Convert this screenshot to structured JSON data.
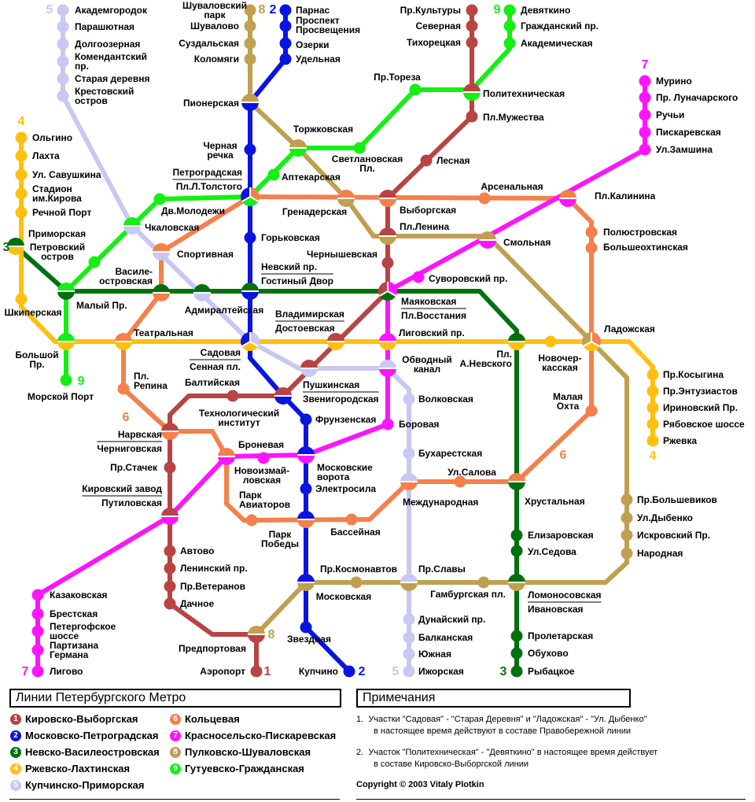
{
  "lines": [
    {
      "num": "1",
      "name": "Кировско-Выборгская",
      "color": "#b84444"
    },
    {
      "num": "2",
      "name": "Московско-Петроградская",
      "color": "#0a14e0"
    },
    {
      "num": "3",
      "name": "Невско-Василеостровская",
      "color": "#037010"
    },
    {
      "num": "4",
      "name": "Ржевско-Лахтинская",
      "color": "#ffc010"
    },
    {
      "num": "5",
      "name": "Купчинско-Приморская",
      "color": "#c8c8f2"
    },
    {
      "num": "6",
      "name": "Кольцевая",
      "color": "#f4804c"
    },
    {
      "num": "7",
      "name": "Красносельско-Пискаревская",
      "color": "#ff14ff"
    },
    {
      "num": "8",
      "name": "Пулковско-Шуваловская",
      "color": "#c0a050"
    },
    {
      "num": "9",
      "name": "Гутуевско-Гражданская",
      "color": "#14f014"
    }
  ],
  "stations": {
    "kultury": {
      "name": "Пр.Культуры",
      "lines": [
        1
      ]
    },
    "severnaya": {
      "name": "Северная",
      "lines": [
        1
      ]
    },
    "tikhor": {
      "name": "Тихорецкая",
      "lines": [
        1
      ]
    },
    "polytech": {
      "name": "Политехническая",
      "lines": [
        1,
        9
      ]
    },
    "muzh": {
      "name": "Пл.Мужества",
      "lines": [
        1
      ]
    },
    "lesnaya": {
      "name": "Лесная",
      "lines": [
        1
      ]
    },
    "vyborg": {
      "name": "Выборгская",
      "lines": [
        1,
        6
      ]
    },
    "lenina": {
      "name": "Пл.Ленина",
      "lines": [
        1,
        8
      ]
    },
    "chern": {
      "name": "Чернышевская",
      "lines": [
        1
      ]
    },
    "vosst": {
      "name": [
        "Маяковская",
        "Пл.Восстания"
      ],
      "lines": [
        1,
        7,
        3
      ]
    },
    "vladim": {
      "name": [
        "Владимирская",
        "Достоевская"
      ],
      "lines": [
        1,
        4
      ]
    },
    "push": {
      "name": [
        "Пушкинская",
        "Звенигородская"
      ],
      "lines": [
        1,
        5
      ]
    },
    "tech": {
      "name": "Технологический\nинститут",
      "lines": [
        1,
        2
      ]
    },
    "balt": {
      "name": "Балтийская",
      "lines": [
        1
      ]
    },
    "narv": {
      "name": [
        "Нарвская",
        "Черниговская"
      ],
      "lines": [
        1,
        6
      ]
    },
    "stachek": {
      "name": "Пр.Стачек",
      "lines": [
        1
      ]
    },
    "kirov": {
      "name": [
        "Кировский завод",
        "Путиловская"
      ],
      "lines": [
        1,
        7
      ]
    },
    "avtovo": {
      "name": "Автово",
      "lines": [
        1
      ]
    },
    "leninsky": {
      "name": "Ленинский пр.",
      "lines": [
        1
      ]
    },
    "veteran": {
      "name": "Пр.Ветеранов",
      "lines": [
        1
      ]
    },
    "dachnoe": {
      "name": "Дачное",
      "lines": [
        1
      ]
    },
    "predport": {
      "name": "Предпортовая",
      "lines": [
        8,
        1
      ]
    },
    "aeroport": {
      "name": "Аэропорт",
      "lines": [
        1
      ]
    },
    "parnas": {
      "name": "Парнас",
      "lines": [
        2
      ]
    },
    "prosv": {
      "name": "Проспект\nПросвещения",
      "lines": [
        2
      ]
    },
    "ozerki": {
      "name": "Озерки",
      "lines": [
        2
      ]
    },
    "udel": {
      "name": "Удельная",
      "lines": [
        2
      ]
    },
    "pioner": {
      "name": "Пионерская",
      "lines": [
        8,
        2
      ]
    },
    "chernaya": {
      "name": "Черная\nречка",
      "lines": [
        2
      ]
    },
    "petrogr": {
      "name": [
        "Петроградская",
        "Пл.Л.Толстого"
      ],
      "lines": [
        2,
        6,
        9
      ]
    },
    "gorkov": {
      "name": "Горьковская",
      "lines": [
        2
      ]
    },
    "nevsky": {
      "name": [
        "Невский пр.",
        "Гостиный Двор"
      ],
      "lines": [
        3,
        2
      ]
    },
    "sennaya": {
      "name": [
        "Садовая",
        "Сенная пл."
      ],
      "lines": [
        2,
        5,
        4
      ]
    },
    "frunz": {
      "name": "Фрунзенская",
      "lines": [
        2
      ]
    },
    "mosvor": {
      "name": "Московские\nворота",
      "lines": [
        2,
        7
      ]
    },
    "elektro": {
      "name": "Электросила",
      "lines": [
        2
      ]
    },
    "pobedy": {
      "name": "Парк\nПобеды",
      "lines": [
        2,
        6
      ]
    },
    "moskov": {
      "name": "Московская",
      "lines": [
        2,
        8
      ]
    },
    "zvezd": {
      "name": "Звездная",
      "lines": [
        2
      ]
    },
    "kupchino": {
      "name": "Купчино",
      "lines": [
        2
      ]
    },
    "primorsk": {
      "name": "Приморская",
      "lines": [
        3,
        4
      ]
    },
    "maly": {
      "name": "Малый Пр.",
      "lines": [
        9,
        3
      ]
    },
    "vasil": {
      "name": "Василе-\nостровская",
      "lines": [
        3,
        6
      ]
    },
    "admir": {
      "name": "Адмиралтейская",
      "lines": [
        3,
        5
      ]
    },
    "nevskogo": {
      "name": "Пл.\nА.Невского",
      "lines": [
        3,
        4
      ]
    },
    "khrust": {
      "name": "Хрустальная",
      "lines": [
        6,
        3
      ]
    },
    "elizar": {
      "name": "Елизаровская",
      "lines": [
        3
      ]
    },
    "sedova": {
      "name": "Ул.Седова",
      "lines": [
        3
      ]
    },
    "lomon": {
      "name": [
        "Ломоносовская",
        "Ивановская"
      ],
      "lines": [
        3,
        8
      ]
    },
    "prolet": {
      "name": "Пролетарская",
      "lines": [
        3
      ]
    },
    "obukh": {
      "name": "Обухово",
      "lines": [
        3
      ]
    },
    "rybats": {
      "name": "Рыбацкое",
      "lines": [
        3
      ]
    },
    "olgino": {
      "name": "Ольгино",
      "lines": [
        4
      ]
    },
    "lakhta": {
      "name": "Лахта",
      "lines": [
        4
      ]
    },
    "savush": {
      "name": "Ул. Савушкина",
      "lines": [
        4
      ]
    },
    "stadion": {
      "name": "Стадион\nим.Кирова",
      "lines": [
        4
      ]
    },
    "rechnoy": {
      "name": "Речной Порт",
      "lines": [
        4
      ]
    },
    "shkiper": {
      "name": "Шкиперская",
      "lines": [
        4
      ]
    },
    "bolshoy": {
      "name": "Большой\nПр.",
      "lines": [
        9,
        4
      ]
    },
    "teatr": {
      "name": "Театральная",
      "lines": [
        6,
        4
      ]
    },
    "ligov": {
      "name": "Лиговский пр.",
      "lines": [
        7,
        4
      ]
    },
    "novocherk": {
      "name": "Новочер-\nкасская",
      "lines": [
        4
      ]
    },
    "ladozh": {
      "name": "Ладожская",
      "lines": [
        8,
        6,
        4
      ]
    },
    "kosyg": {
      "name": "Пр.Косыгина",
      "lines": [
        4
      ]
    },
    "entuz": {
      "name": "Пр.Энтузиастов",
      "lines": [
        4
      ]
    },
    "irinov": {
      "name": "Ириновский Пр.",
      "lines": [
        4
      ]
    },
    "ryabov": {
      "name": "Рябовское шоссе",
      "lines": [
        4
      ]
    },
    "rzhevka": {
      "name": "Ржевка",
      "lines": [
        4
      ]
    },
    "akadem": {
      "name": "Академгородок",
      "lines": [
        5
      ]
    },
    "parash": {
      "name": "Парашютная",
      "lines": [
        5
      ]
    },
    "dolgo": {
      "name": "Долгоозерная",
      "lines": [
        5
      ]
    },
    "komend": {
      "name": "Комендантский\nпр.",
      "lines": [
        5
      ]
    },
    "starder": {
      "name": "Старая деревня",
      "lines": [
        5
      ]
    },
    "krest": {
      "name": "Крестовский\nостров",
      "lines": [
        5
      ]
    },
    "chkal": {
      "name": "Чкаловская",
      "lines": [
        9,
        5
      ]
    },
    "sport": {
      "name": "Спортивная",
      "lines": [
        6,
        5
      ]
    },
    "obvod": {
      "name": "Обводный\nканал",
      "lines": [
        5,
        7
      ]
    },
    "volkov": {
      "name": "Волковская",
      "lines": [
        5
      ]
    },
    "bukhar": {
      "name": "Бухарестская",
      "lines": [
        5
      ]
    },
    "mezhd": {
      "name": "Международная",
      "lines": [
        5,
        6
      ]
    },
    "slavy": {
      "name": "Пр.Славы",
      "lines": [
        5,
        8
      ]
    },
    "dunay": {
      "name": "Дунайский пр.",
      "lines": [
        5
      ]
    },
    "balkan": {
      "name": "Балканская",
      "lines": [
        5
      ]
    },
    "yuzh": {
      "name": "Южная",
      "lines": [
        5
      ]
    },
    "izhor": {
      "name": "Ижорская",
      "lines": [
        5
      ]
    },
    "grenad": {
      "name": "Гренадерская",
      "lines": [
        6,
        8
      ]
    },
    "arsen": {
      "name": "Арсенальная",
      "lines": [
        6
      ]
    },
    "kalinina": {
      "name": "Пл.Калинина",
      "lines": [
        6,
        7
      ]
    },
    "polyus": {
      "name": "Полюстровская",
      "lines": [
        6
      ]
    },
    "bolsheokh": {
      "name": "Большеохтинская",
      "lines": [
        6
      ]
    },
    "malokhta": {
      "name": "Малая\nОхта",
      "lines": [
        6
      ]
    },
    "salova": {
      "name": "Ул.Салова",
      "lines": [
        6
      ]
    },
    "basseyn": {
      "name": "Бассейная",
      "lines": [
        6
      ]
    },
    "aviator": {
      "name": "Парк\nАвиаторов",
      "lines": [
        6
      ]
    },
    "bronev": {
      "name": "Броневая",
      "lines": [
        6,
        7
      ]
    },
    "repina": {
      "name": "Пл.\nРепина",
      "lines": [
        6
      ]
    },
    "murino": {
      "name": "Мурино",
      "lines": [
        7
      ]
    },
    "lunach": {
      "name": "Пр. Луначарского",
      "lines": [
        7
      ]
    },
    "ruchyi": {
      "name": "Ручьи",
      "lines": [
        7
      ]
    },
    "piskar": {
      "name": "Пискаревская",
      "lines": [
        7
      ]
    },
    "zamsh": {
      "name": "Ул.Замшина",
      "lines": [
        7
      ]
    },
    "smoln": {
      "name": "Смольная",
      "lines": [
        8,
        7
      ]
    },
    "suvor": {
      "name": "Суворовский пр.",
      "lines": [
        7
      ]
    },
    "borov": {
      "name": "Боровая",
      "lines": [
        7
      ]
    },
    "novoizm": {
      "name": "Новоизмай-\nловская",
      "lines": [
        7
      ]
    },
    "kazak": {
      "name": "Казаковская",
      "lines": [
        7
      ]
    },
    "brest": {
      "name": "Брестская",
      "lines": [
        7
      ]
    },
    "peterg": {
      "name": "Петергофское\nшоссе",
      "lines": [
        7
      ]
    },
    "partiz": {
      "name": "Партизана\nГермана",
      "lines": [
        7
      ]
    },
    "ligovo": {
      "name": "Лигово",
      "lines": [
        7
      ]
    },
    "shuvpark": {
      "name": "Шуваловский\nпарк",
      "lines": [
        8
      ]
    },
    "shuval": {
      "name": "Шувалово",
      "lines": [
        8
      ]
    },
    "suzdal": {
      "name": "Суздальская",
      "lines": [
        8
      ]
    },
    "kolom": {
      "name": "Коломяги",
      "lines": [
        8
      ]
    },
    "torzh": {
      "name": "Торжковская",
      "lines": [
        8,
        9
      ]
    },
    "aptek": {
      "name": "Аптекарская",
      "lines": [
        9
      ]
    },
    "bolshev": {
      "name": "Пр.Большевиков",
      "lines": [
        8
      ]
    },
    "dybenko": {
      "name": "Ул.Дыбенко",
      "lines": [
        8
      ]
    },
    "iskrov": {
      "name": "Искровский Пр.",
      "lines": [
        8
      ]
    },
    "narodn": {
      "name": "Народная",
      "lines": [
        8
      ]
    },
    "gamburg": {
      "name": "Гамбургская пл.",
      "lines": [
        8
      ]
    },
    "kosmon": {
      "name": "Пр.Космонавтов",
      "lines": [
        8
      ]
    },
    "morport": {
      "name": "Морской Порт",
      "lines": [
        9
      ]
    },
    "petrovsky": {
      "name": "Петровский\nостров",
      "lines": [
        9
      ]
    },
    "dvmol": {
      "name": "Дв.Молодежи",
      "lines": [
        9
      ]
    },
    "svetlan": {
      "name": "Светлановская\nПл.",
      "lines": [
        9
      ]
    },
    "torez": {
      "name": "Пр.Тореза",
      "lines": [
        9
      ]
    },
    "akademich": {
      "name": "Академическая",
      "lines": [
        9
      ]
    },
    "grazhd": {
      "name": "Гражданский пр.",
      "lines": [
        9
      ]
    },
    "devyat": {
      "name": "Девяткино",
      "lines": [
        9
      ]
    }
  },
  "legend": {
    "title": "Линии Петербургского Метро"
  },
  "notes": {
    "title": "Примечания",
    "items": [
      {
        "n": "1.",
        "line1": "Участки \"Садовая\" - \"Старая Деревня\" и \"Ладожская\" - \"Ул. Дыбенко\"",
        "line2": "в настоящее время действуют в составе Правобережной линии"
      },
      {
        "n": "2.",
        "line1": "Участок \"Политехническая\" - \"Девяткино\" в настоящее время действует",
        "line2": "в составе Кировско-Выборгской линии"
      }
    ],
    "copyright": "Copyright © 2003  Vitaly Plotkin"
  }
}
